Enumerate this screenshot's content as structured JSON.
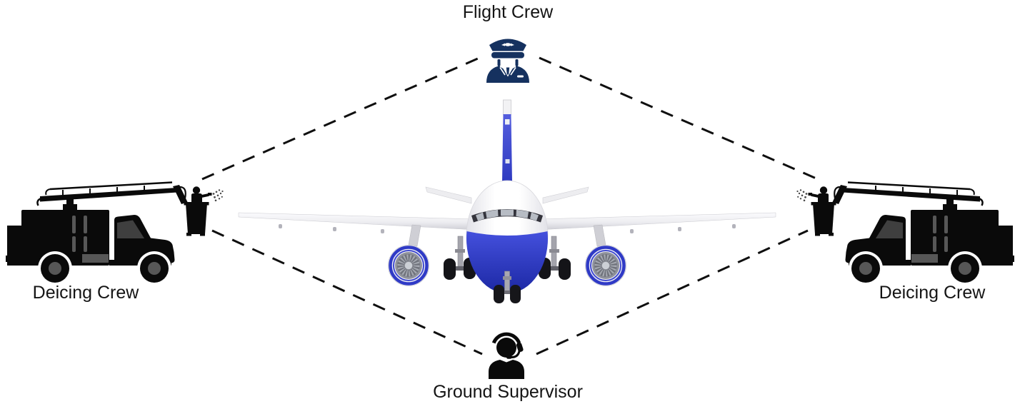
{
  "nodes": {
    "flight_crew": {
      "label": "Flight Crew",
      "icon": "pilot-icon"
    },
    "deicing_crew_left": {
      "label": "Deicing Crew",
      "icon": "deicing-truck-icon"
    },
    "deicing_crew_right": {
      "label": "Deicing Crew",
      "icon": "deicing-truck-icon"
    },
    "ground_supervisor": {
      "label": "Ground Supervisor",
      "icon": "headset-operator-icon"
    },
    "aircraft": {
      "icon": "aircraft-front-icon"
    }
  },
  "connections": [
    {
      "from": "flight_crew",
      "to": "deicing_crew_left",
      "style": "dashed"
    },
    {
      "from": "flight_crew",
      "to": "deicing_crew_right",
      "style": "dashed"
    },
    {
      "from": "ground_supervisor",
      "to": "deicing_crew_left",
      "style": "dashed"
    },
    {
      "from": "ground_supervisor",
      "to": "deicing_crew_right",
      "style": "dashed"
    }
  ],
  "colors": {
    "text": "#141414",
    "line": "#0f0f0f",
    "pilot_navy": "#15315f",
    "silhouette_black": "#0a0a0a",
    "silhouette_gray": "#3f3f3f",
    "aircraft_blue": "#2f3ac6",
    "aircraft_white": "#f7f7f9"
  }
}
